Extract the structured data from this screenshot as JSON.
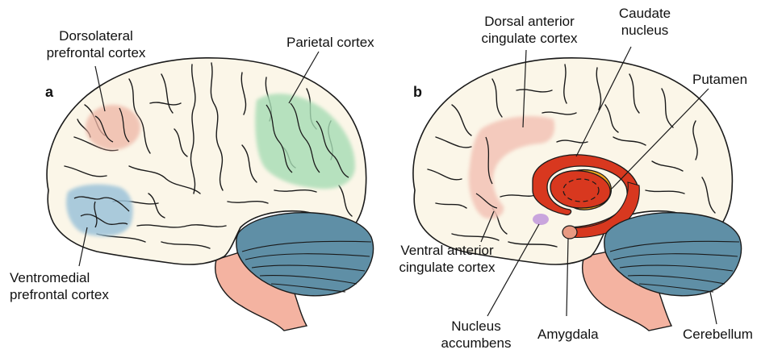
{
  "panel_a": {
    "letter": "a",
    "labels": {
      "dlpfc_line1": "Dorsolateral",
      "dlpfc_line2": "prefrontal cortex",
      "parietal": "Parietal cortex",
      "vmpfc_line1": "Ventromedial",
      "vmpfc_line2": "prefrontal cortex"
    }
  },
  "panel_b": {
    "letter": "b",
    "labels": {
      "dacc_line1": "Dorsal  anterior",
      "dacc_line2": "cingulate cortex",
      "caudate_line1": "Caudate",
      "caudate_line2": "nucleus",
      "putamen": "Putamen",
      "vacc_line1": "Ventral anterior",
      "vacc_line2": "cingulate cortex",
      "nacc_line1": "Nucleus",
      "nacc_line2": "accumbens",
      "amygdala": "Amygdala",
      "cerebellum": "Cerebellum"
    }
  },
  "colors": {
    "brain_fill": "#fbf6e8",
    "outline": "#1a1a1a",
    "dlpfc": "#eeb5a5",
    "parietal": "#a6dcb4",
    "vmpfc": "#9cc3d9",
    "cerebellum": "#5f8fa6",
    "brainstem": "#f4b3a1",
    "dacc": "#f3c3b6",
    "caudate": "#d8381f",
    "putamen": "#f1a51d",
    "nacc": "#c9a5dd",
    "amygdala": "#e89a82"
  }
}
